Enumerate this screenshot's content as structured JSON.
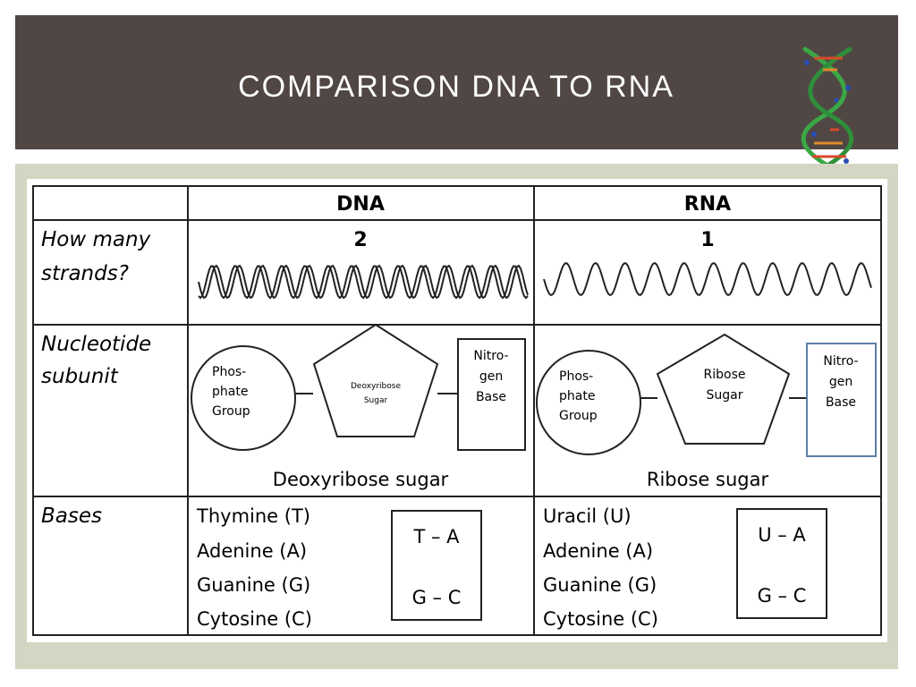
{
  "slide": {
    "title": "COMPARISON DNA TO RNA"
  },
  "table": {
    "headers": {
      "dna": "DNA",
      "rna": "RNA"
    },
    "rows": {
      "strands": {
        "label_line1": "How many",
        "label_line2": "strands?",
        "dna_value": "2",
        "rna_value": "1"
      },
      "nucleotide": {
        "label_line1": "Nucleotide",
        "label_line2": "subunit",
        "dna": {
          "phosphate_line1": "Phos-",
          "phosphate_line2": "phate",
          "phosphate_line3": "Group",
          "sugar_line1": "Deoxyribose",
          "sugar_line2": "Sugar",
          "base_line1": "Nitro-",
          "base_line2": "gen",
          "base_line3": "Base",
          "caption": "Deoxyribose sugar"
        },
        "rna": {
          "phosphate_line1": "Phos-",
          "phosphate_line2": "phate",
          "phosphate_line3": "Group",
          "sugar_line1": "Ribose",
          "sugar_line2": "Sugar",
          "base_line1": "Nitro-",
          "base_line2": "gen",
          "base_line3": "Base",
          "caption": "Ribose sugar"
        }
      },
      "bases": {
        "label": "Bases",
        "dna_list": [
          "Thymine (T)",
          "Adenine (A)",
          "Guanine (G)",
          "Cytosine (C)"
        ],
        "dna_pairs": [
          "T – A",
          "G – C"
        ],
        "rna_list": [
          "Uracil (U)",
          "Adenine (A)",
          "Guanine (G)",
          "Cytosine (C)"
        ],
        "rna_pairs": [
          "U – A",
          "G – C"
        ]
      }
    }
  },
  "colors": {
    "title_bar": "#504745",
    "content_bg": "#d4d6c3",
    "table_line": "#222222",
    "rna_base_box": "#5b7fa6"
  }
}
